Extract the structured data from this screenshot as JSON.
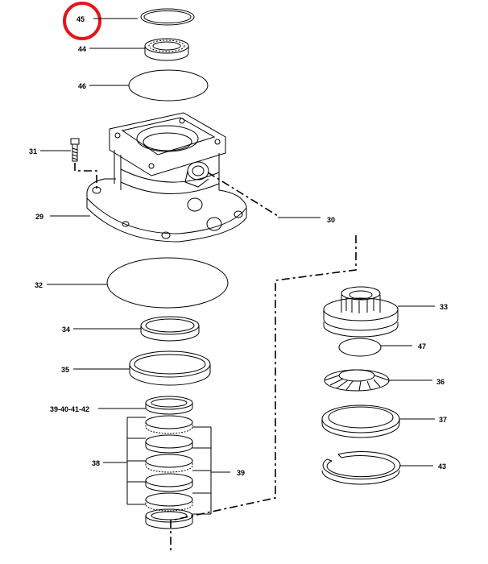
{
  "labels": {
    "p45": "45",
    "p44": "44",
    "p46": "46",
    "p31": "31",
    "p29": "29",
    "p30": "30",
    "p32": "32",
    "p34": "34",
    "p35": "35",
    "p39_group": "39-40-41-42",
    "p38": "38",
    "p39": "39",
    "p33": "33",
    "p47": "47",
    "p36": "36",
    "p37": "37",
    "p43": "43"
  },
  "highlight": {
    "target": "45",
    "color": "#e3141b"
  }
}
